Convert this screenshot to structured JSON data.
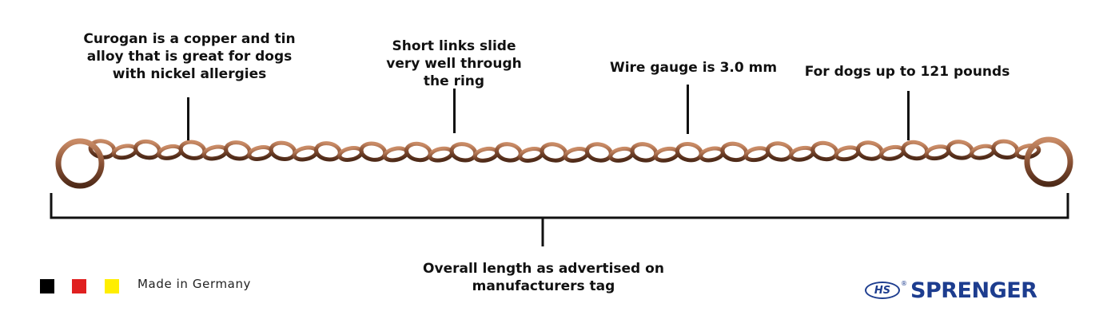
{
  "callouts": {
    "material": "Curogan is a copper and tin alloy that is great for dogs with nickel allergies",
    "links": "Short links slide very well through the ring",
    "gauge": "Wire gauge is 3.0 mm",
    "weight": "For dogs up to 121 pounds",
    "length": "Overall length as advertised on manufacturers tag"
  },
  "footer": {
    "made_in": "Made in Germany",
    "flag_colors": [
      "#000000",
      "#e02020",
      "#ffee00"
    ]
  },
  "brand": {
    "badge": "HS",
    "name": "SPRENGER",
    "color": "#1d3d8f"
  },
  "chain": {
    "color": "#8a5235",
    "highlight": "#c98b66",
    "shadow": "#4e2a18"
  }
}
